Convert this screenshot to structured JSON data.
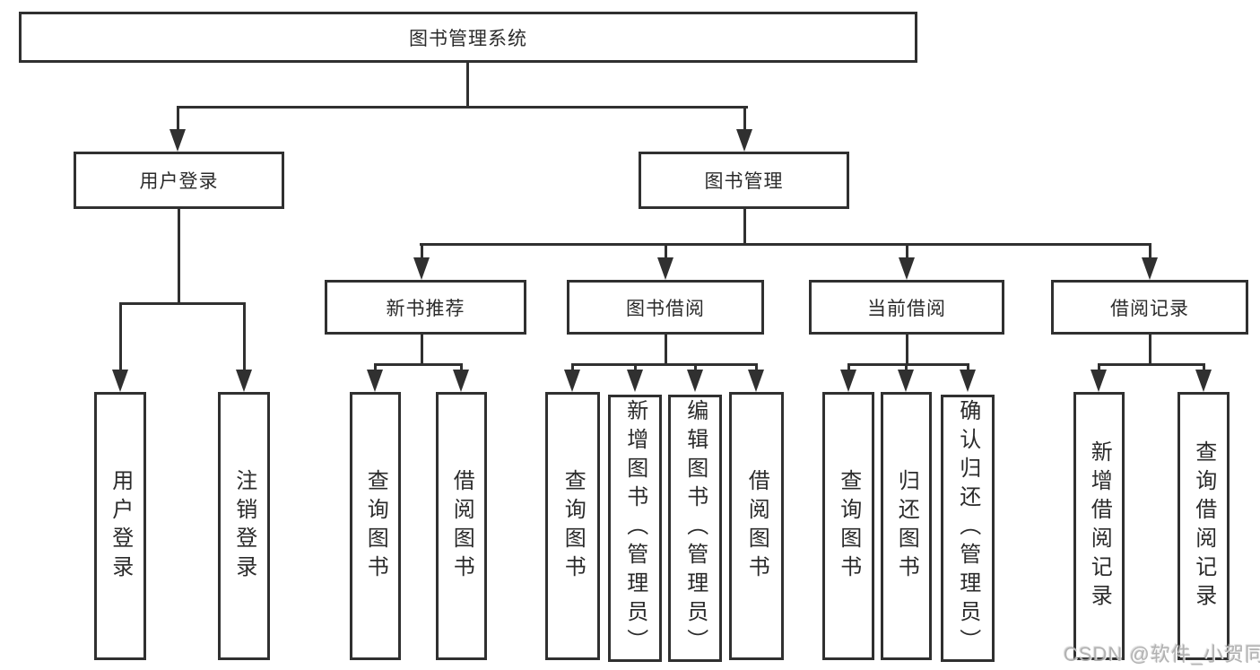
{
  "diagram": {
    "type": "tree",
    "root": {
      "label": "图书管理系统",
      "children": [
        {
          "label": "用户登录",
          "children": [
            {
              "label": "用户登录"
            },
            {
              "label": "注销登录"
            }
          ]
        },
        {
          "label": "图书管理",
          "children": [
            {
              "label": "新书推荐",
              "children": [
                {
                  "label": "查询图书"
                },
                {
                  "label": "借阅图书"
                }
              ]
            },
            {
              "label": "图书借阅",
              "children": [
                {
                  "label": "查询图书"
                },
                {
                  "label": "新增图书（管理员）"
                },
                {
                  "label": "编辑图书（管理员）"
                },
                {
                  "label": "借阅图书"
                }
              ]
            },
            {
              "label": "当前借阅",
              "children": [
                {
                  "label": "查询图书"
                },
                {
                  "label": "归还图书"
                },
                {
                  "label": "确认归还（管理员）"
                }
              ]
            },
            {
              "label": "借阅记录",
              "children": [
                {
                  "label": "新增借阅记录"
                },
                {
                  "label": "查询借阅记录"
                }
              ]
            }
          ]
        }
      ]
    },
    "colors": {
      "line": "#303030",
      "text": "#2b2b2b",
      "background": "#ffffff",
      "watermark": "#acacac"
    }
  },
  "watermark": {
    "text": "CSDN @软件_小贺同学"
  }
}
